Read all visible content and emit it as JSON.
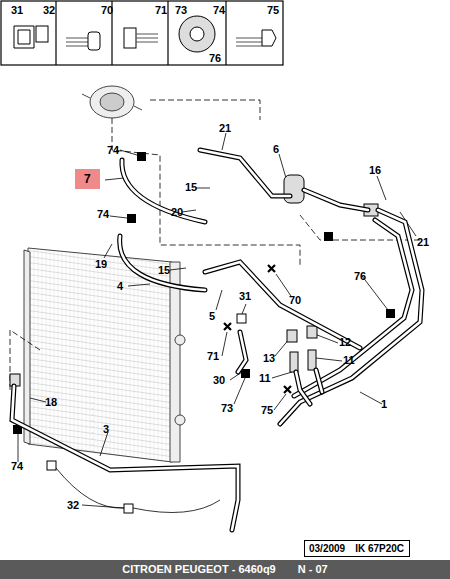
{
  "diagram": {
    "nodes": [
      {
        "text": [
          "7"
        ]
      },
      {
        "text": [
          "03/2009",
          "IK 67P20C"
        ]
      },
      {
        "text": [
          "CITROEN PEUGEOT - 6460q9",
          "N - 07"
        ]
      }
    ],
    "edges": [],
    "labels": [
      "31",
      "32",
      "70",
      "71",
      "73",
      "74",
      "76",
      "75",
      "21",
      "74",
      "6",
      "15",
      "16",
      "74",
      "20",
      "21",
      "19",
      "15",
      "4",
      "76",
      "70",
      "31",
      "5",
      "12",
      "71",
      "13",
      "11",
      "30",
      "11",
      "73",
      "75",
      "1",
      "18",
      "3",
      "74",
      "32"
    ]
  }
}
